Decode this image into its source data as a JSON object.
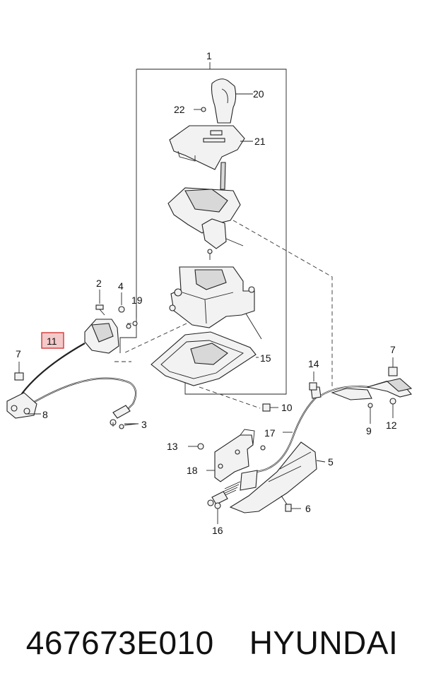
{
  "diagram": {
    "callouts": {
      "c1": "1",
      "c2": "2",
      "c3": "3",
      "c4": "4",
      "c5": "5",
      "c6": "6",
      "c7a": "7",
      "c7b": "7",
      "c8": "8",
      "c9": "9",
      "c10": "10",
      "c11": "11",
      "c12": "12",
      "c13": "13",
      "c14": "14",
      "c15": "15",
      "c16": "16",
      "c17": "17",
      "c18": "18",
      "c19": "19",
      "c20": "20",
      "c21": "21",
      "c22": "22"
    },
    "highlight_color": "#f4c9c9",
    "highlight_border": "#d23a3a"
  },
  "caption": {
    "part_number": "467673E010",
    "brand": "HYUNDAI"
  }
}
